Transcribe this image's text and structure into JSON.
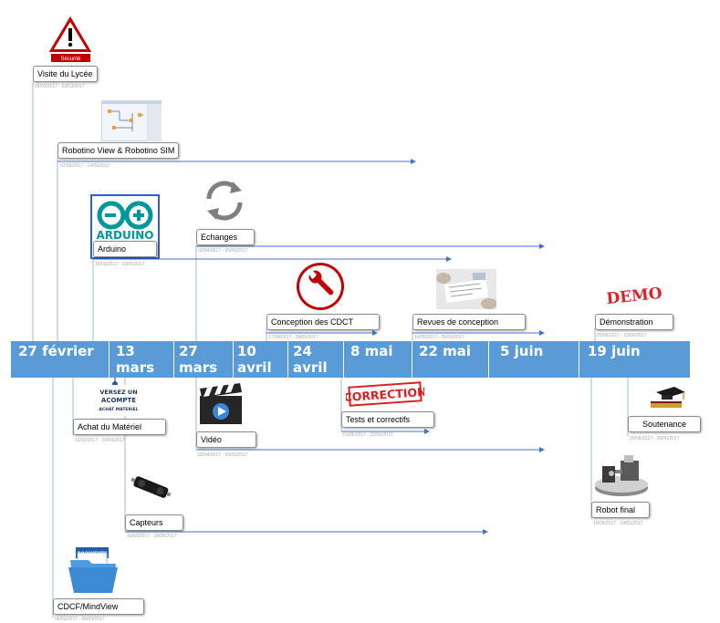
{
  "timeline": {
    "dates": [
      "27 février",
      "13 mars",
      "27 mars",
      "10 avril",
      "24 avril",
      "8 mai",
      "22 mai",
      "5 juin",
      "19 juin"
    ],
    "color": "#5b9bd5"
  },
  "tasks": {
    "visite": {
      "label": "Visite du Lycée",
      "dates": "02/03/2017 - 03/03/2017"
    },
    "robotino": {
      "label": "Robotino View & Robotino SIM",
      "dates": "07/03/2017 - 14/05/2017"
    },
    "arduino": {
      "label": "Arduino",
      "dates": "15/03/2017 - 22/05/2017"
    },
    "echanges": {
      "label": "Echanges",
      "dates": "02/04/2017 - 05/06/2017"
    },
    "cdct": {
      "label": "Conception des CDCT",
      "dates": "17/04/2017 - 28/05/2017"
    },
    "revues": {
      "label": "Revues de conception",
      "dates": "14/05/2017 - 05/06/2017"
    },
    "demo": {
      "label": "Démonstration",
      "dates": "20/06/2017 - 23/06/2017"
    },
    "achat": {
      "label": "Achat du Matériel",
      "dates": "10/03/2017 - 10/04/2017"
    },
    "tests": {
      "label": "Tests et correctifs",
      "dates": "01/05/2017 - 22/05/2017"
    },
    "video": {
      "label": "Vidéo",
      "dates": "02/04/2017 - 05/06/2017"
    },
    "soutenance": {
      "label": "Soutenance",
      "dates": "26/06/2017 - 29/06/2017"
    },
    "capteurs": {
      "label": "Capteurs",
      "dates": "20/03/2017 - 28/05/2017"
    },
    "robot": {
      "label": "Robot final",
      "dates": "19/06/2017 - 19/06/2017"
    },
    "cdcf": {
      "label": "CDCF/MindView",
      "dates": "06/03/2017 - 09/03/2017"
    }
  },
  "icons": {
    "securite": "Sécurité",
    "arduino": "ARDUINO",
    "acompte": [
      "VERSEZ UN",
      "ACOMPTE",
      "ACHAT MATERIEL"
    ],
    "correction": "CORRECTION",
    "demo": "DEMO",
    "documents": "DOCUMENTS"
  }
}
